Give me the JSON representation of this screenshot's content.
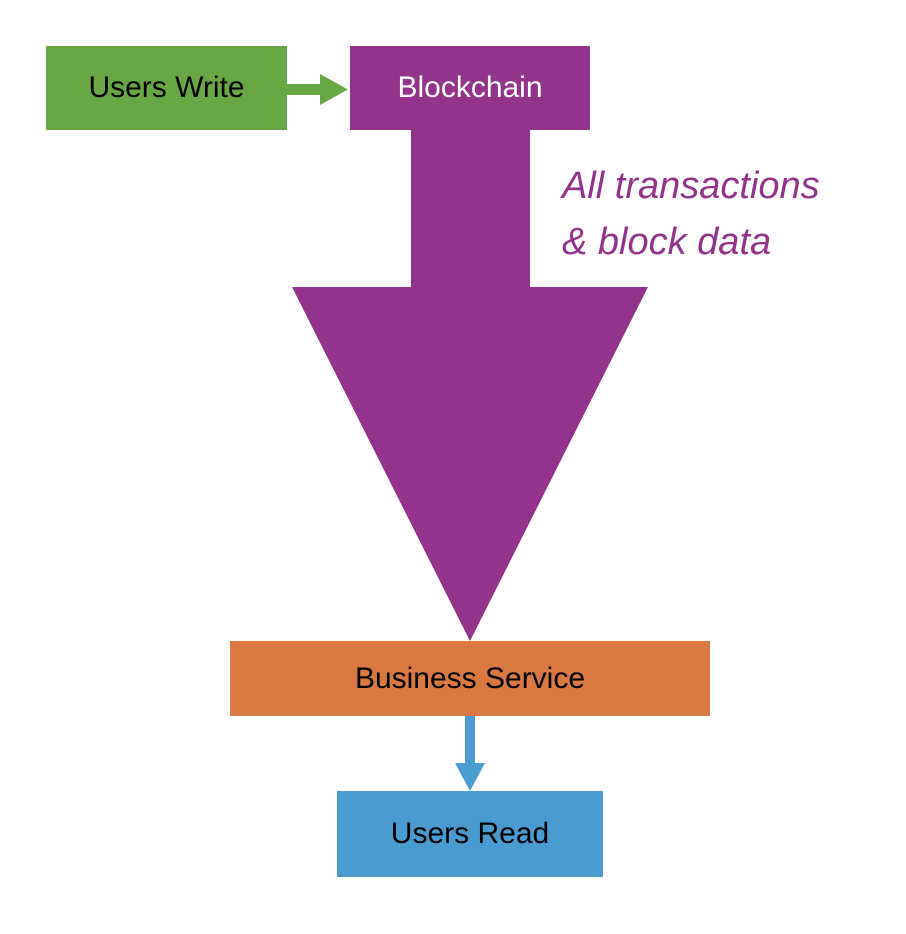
{
  "diagram": {
    "nodes": {
      "users_write": {
        "label": "Users Write",
        "color": "#67a844"
      },
      "blockchain": {
        "label": "Blockchain",
        "color": "#93338b"
      },
      "business_service": {
        "label": "Business Service",
        "color": "#d97841"
      },
      "users_read": {
        "label": "Users Read",
        "color": "#4a9cd0"
      }
    },
    "edges": [
      {
        "from": "users_write",
        "to": "blockchain",
        "color": "#67a844"
      },
      {
        "from": "blockchain",
        "to": "business_service",
        "color": "#93338b",
        "style": "large"
      },
      {
        "from": "business_service",
        "to": "users_read",
        "color": "#4a9cd0"
      }
    ],
    "annotation": {
      "line1": "All transactions",
      "line2": "& block data"
    }
  }
}
